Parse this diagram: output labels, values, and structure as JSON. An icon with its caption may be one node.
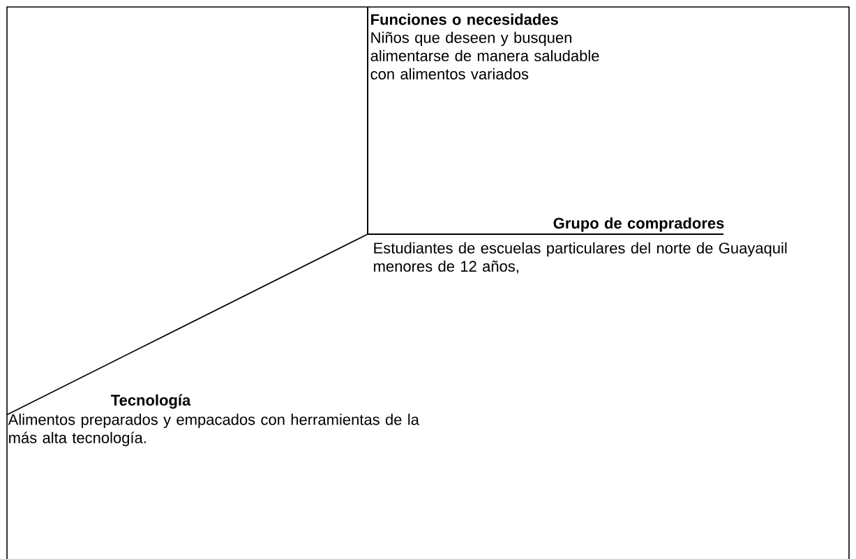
{
  "diagram": {
    "labels": [
      "Funciones o necesidades",
      "Niños que deseen y busquen alimentarse de manera saludable con alimentos variados",
      "Grupo de compradores",
      "Estudiantes de escuelas particulares del norte de Guayaquil menores de 12 años,",
      "Tecnología",
      "Alimentos preparados y empacados con herramientas de la más alta tecnología."
    ]
  }
}
